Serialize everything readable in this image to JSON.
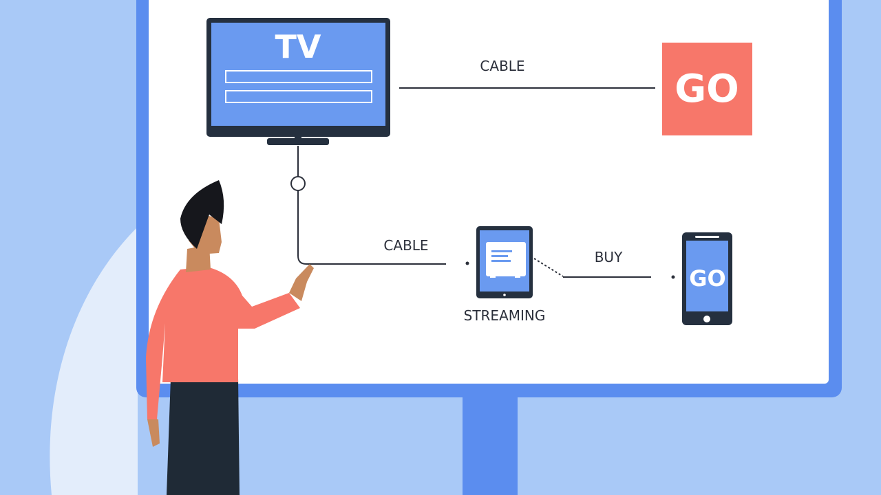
{
  "colors": {
    "background": "#a9c9f7",
    "background_shape": "#e3edfb",
    "monitor_frame": "#5b8def",
    "screen_white": "#ffffff",
    "device_screen": "#6a9af0",
    "device_bezel": "#25303f",
    "go_tile": "#f7776a",
    "line": "#2b2f3a",
    "shirt": "#f7776a",
    "hair": "#16171c",
    "skin": "#c98a5e",
    "pants": "#1f2a36"
  },
  "diagram": {
    "tv": {
      "icon": "tv-icon",
      "title": "TV"
    },
    "top_cable_label": "CABLE",
    "go_tile": {
      "text": "GO"
    },
    "bottom_cable_label": "CABLE",
    "streaming": {
      "icon": "tablet-icon",
      "label": "STREAMING"
    },
    "buy_label": "BUY",
    "phone": {
      "icon": "smartphone-icon",
      "text": "GO"
    }
  },
  "person": {
    "icon": "person-pointing-icon"
  }
}
